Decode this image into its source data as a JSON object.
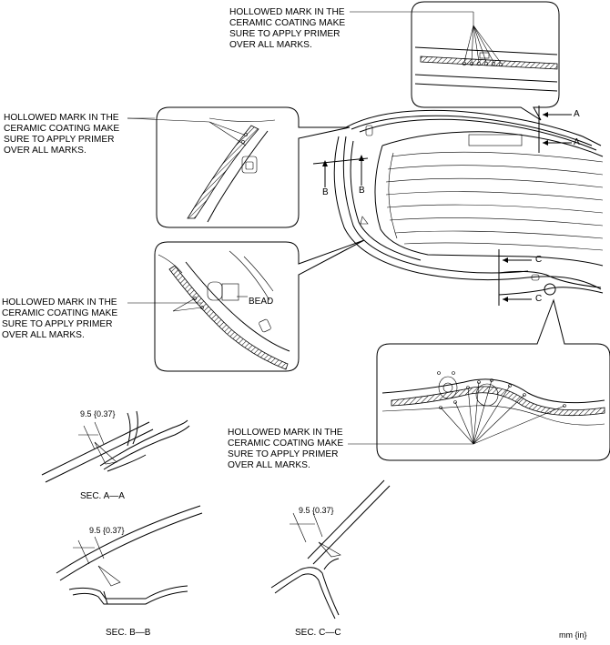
{
  "notes": {
    "note_top": "HOLLOWED MARK IN THE\nCERAMIC COATING MAKE\nSURE TO APPLY PRIMER\nOVER ALL MARKS.",
    "note_left_upper": "HOLLOWED MARK IN THE\nCERAMIC COATING MAKE\nSURE TO APPLY PRIMER\nOVER ALL MARKS.",
    "note_left_lower": "HOLLOWED MARK IN THE\nCERAMIC COATING MAKE\nSURE TO APPLY PRIMER\nOVER ALL MARKS.",
    "note_right_lower": "HOLLOWED MARK IN THE\nCERAMIC COATING MAKE\nSURE TO APPLY PRIMER\nOVER ALL MARKS."
  },
  "labels": {
    "bead": "BEAD",
    "section_a": "A",
    "section_b": "B",
    "section_c": "C"
  },
  "sections": {
    "aa": "SEC. A—A",
    "bb": "SEC. B—B",
    "cc": "SEC. C—C"
  },
  "dimensions": {
    "aa": "9.5 {0.37}",
    "bb": "9.5 {0.37}",
    "cc": "9.5 {0.37}"
  },
  "units": "mm {in}"
}
